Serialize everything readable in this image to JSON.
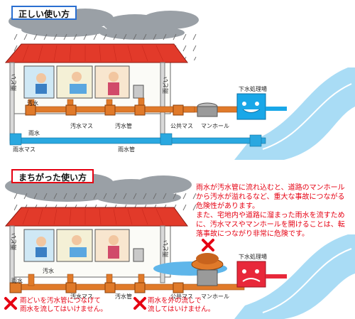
{
  "section_correct": {
    "title": "正しい使い方"
  },
  "section_wrong": {
    "title": "まちがった使い方"
  },
  "labels": {
    "rain_gutter": "雨どい",
    "sewage": "汚水",
    "sewage_box": "汚水マス",
    "sewage_pipe": "汚水管",
    "public_box": "公共マス",
    "manhole": "マンホール",
    "treatment_plant": "下水処理場",
    "rainwater": "雨水",
    "rainwater_box": "雨水マス",
    "rainwater_pipe": "雨水管"
  },
  "warning_text": "雨水が汚水管に流れ込むと、道路のマンホールから汚水が溢れるなど、重大な事故につながる危険性があります。\nまた、宅地内や道路に溜まった雨水を流すために、汚水マスやマンホールを開けることは、転落事故につながり非常に危険です。",
  "mistakes": [
    "雨どいを汚水管につなげて\n雨水を流してはいけません。",
    "雨水を外の流しで\n流してはいけません。"
  ],
  "colors": {
    "sewer_pipe": "#e07a2a",
    "rain_pipe": "#2aa8e0",
    "roof": "#e23a2a",
    "river": "#a9dcf5",
    "plant": "#19a7e8",
    "plant_wrong": "#e8283a",
    "warning_red": "#e60012"
  }
}
